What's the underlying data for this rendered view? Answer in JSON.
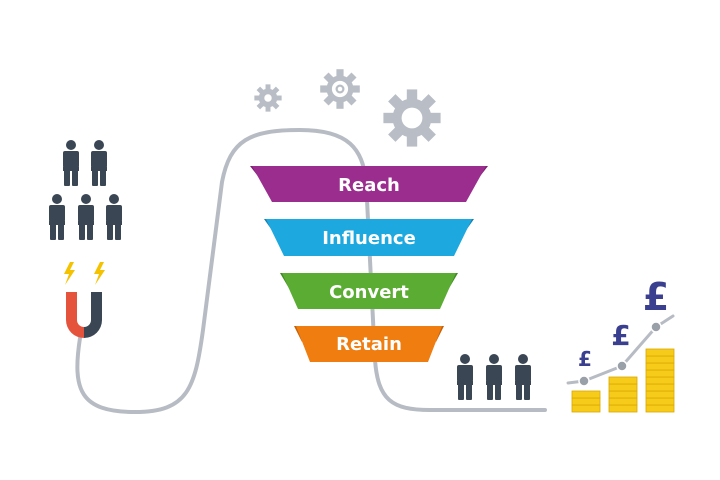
{
  "funnel": {
    "stages": [
      {
        "label": "Reach",
        "color": "#9b2d8e",
        "side": "#7a1f70"
      },
      {
        "label": "Influence",
        "color": "#1ea8e0",
        "side": "#1580b0"
      },
      {
        "label": "Convert",
        "color": "#5aac32",
        "side": "#3f8a22"
      },
      {
        "label": "Retain",
        "color": "#ef7d10",
        "side": "#c4620a"
      }
    ]
  },
  "currency": {
    "symbol": "£"
  },
  "colors": {
    "path": "#b7bcc4",
    "gear": "#b9bec6",
    "person": "#3a4654",
    "magnet_red": "#e5533d",
    "magnet_dark": "#3a4654",
    "spark": "#f5c200",
    "coin": "#f6cb1a",
    "coin_line": "#dba800",
    "pound": "#3b3f8f"
  },
  "icons": {
    "gears": "gear-icon",
    "people": "person-icon",
    "magnet": "magnet-icon",
    "coins": "coin-stack-icon",
    "spark": "lightning-icon"
  }
}
